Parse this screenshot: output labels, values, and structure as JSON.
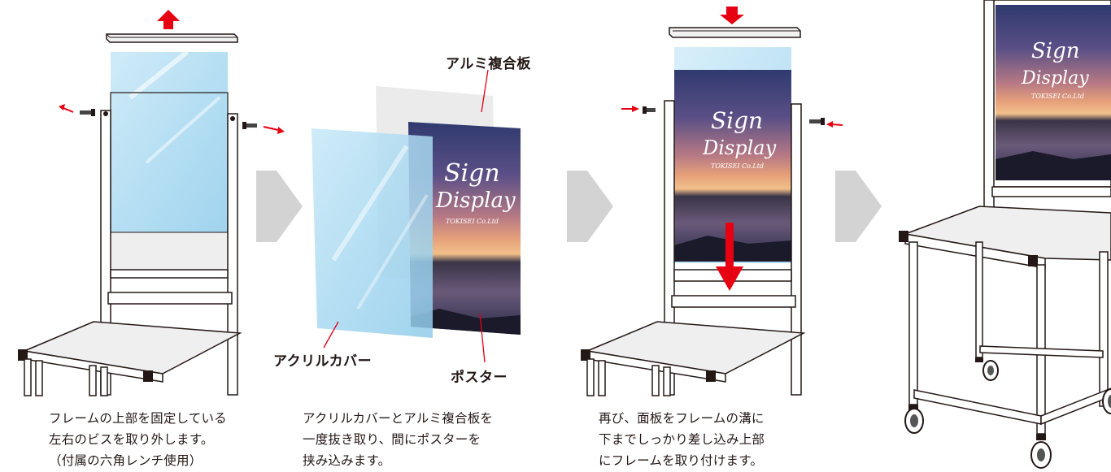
{
  "steps": [
    {
      "caption": "フレームの上部を固定している\n左右のビスを取り外します。\n（付属の六角レンチ使用）"
    },
    {
      "caption": "アクリルカバーとアルミ複合板を\n一度抜き取り、間にポスターを\n挟み込みます。"
    },
    {
      "caption": "再び、面板をフレームの溝に\n下までしっかり差し込み上部\nにフレームを取り付けます。"
    }
  ],
  "labels": {
    "aluminum_board": "アルミ複合板",
    "acrylic_cover": "アクリルカバー",
    "poster": "ポスター"
  },
  "poster": {
    "line1": "Sign",
    "line2": "Display",
    "company": "TOKISEI Co.Ltd"
  },
  "colors": {
    "arrow_red": "#e60012",
    "step_arrow_gray": "#d3d3d3",
    "acrylic_blue": "#a9d9f1",
    "frame_stroke": "#231815"
  },
  "icons": [
    "up-arrow-icon",
    "down-arrow-icon",
    "left-arrow-icon",
    "right-arrow-icon",
    "step-chevron-icon",
    "screw-icon",
    "caster-wheel-icon"
  ]
}
